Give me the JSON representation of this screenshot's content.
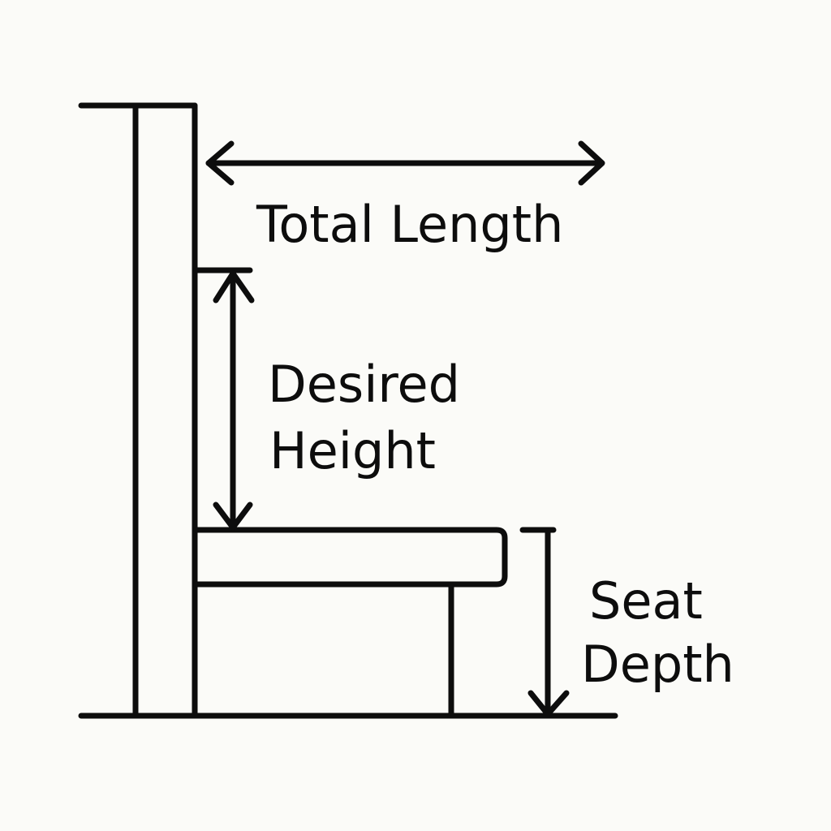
{
  "labels": {
    "total_length": "Total Length",
    "desired_height": [
      "Desired",
      "Height"
    ],
    "seat_depth": [
      "Seat",
      "Depth"
    ]
  },
  "colors": {
    "ink": "#0d0d0d",
    "paper": "#fbfbf8"
  }
}
